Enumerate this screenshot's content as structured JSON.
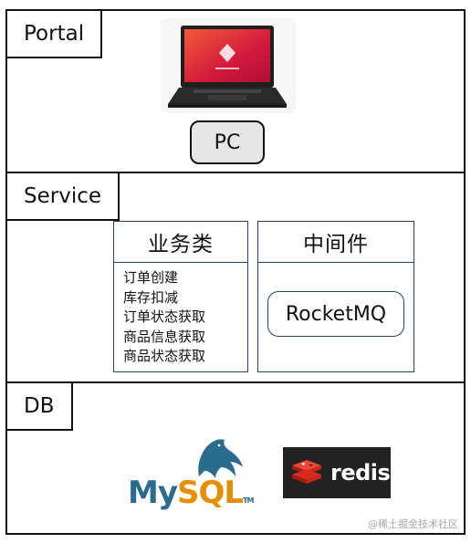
{
  "portal": {
    "label": "Portal",
    "device_label": "PC"
  },
  "service": {
    "label": "Service",
    "business": {
      "title": "业务类",
      "items": [
        "订单创建",
        "库存扣减",
        "订单状态获取",
        "商品信息获取",
        "商品状态获取"
      ]
    },
    "middleware": {
      "title": "中间件",
      "items": [
        "RocketMQ"
      ]
    }
  },
  "db": {
    "label": "DB",
    "mysql": {
      "my": "My",
      "sql": "SQL",
      "tm": "TM"
    },
    "redis": {
      "word": "redis"
    }
  },
  "watermark": "@稀土掘金技术社区",
  "colors": {
    "border": "#111111",
    "box_border": "#23416b",
    "pc_fill": "#e6e6e6",
    "mysql_blue": "#2b6c8e",
    "mysql_orange": "#e48e00",
    "redis_bg": "#222222",
    "redis_red": "#d82c20"
  },
  "icons": [
    "laptop-icon",
    "mysql-dolphin-icon",
    "redis-cube-icon"
  ]
}
